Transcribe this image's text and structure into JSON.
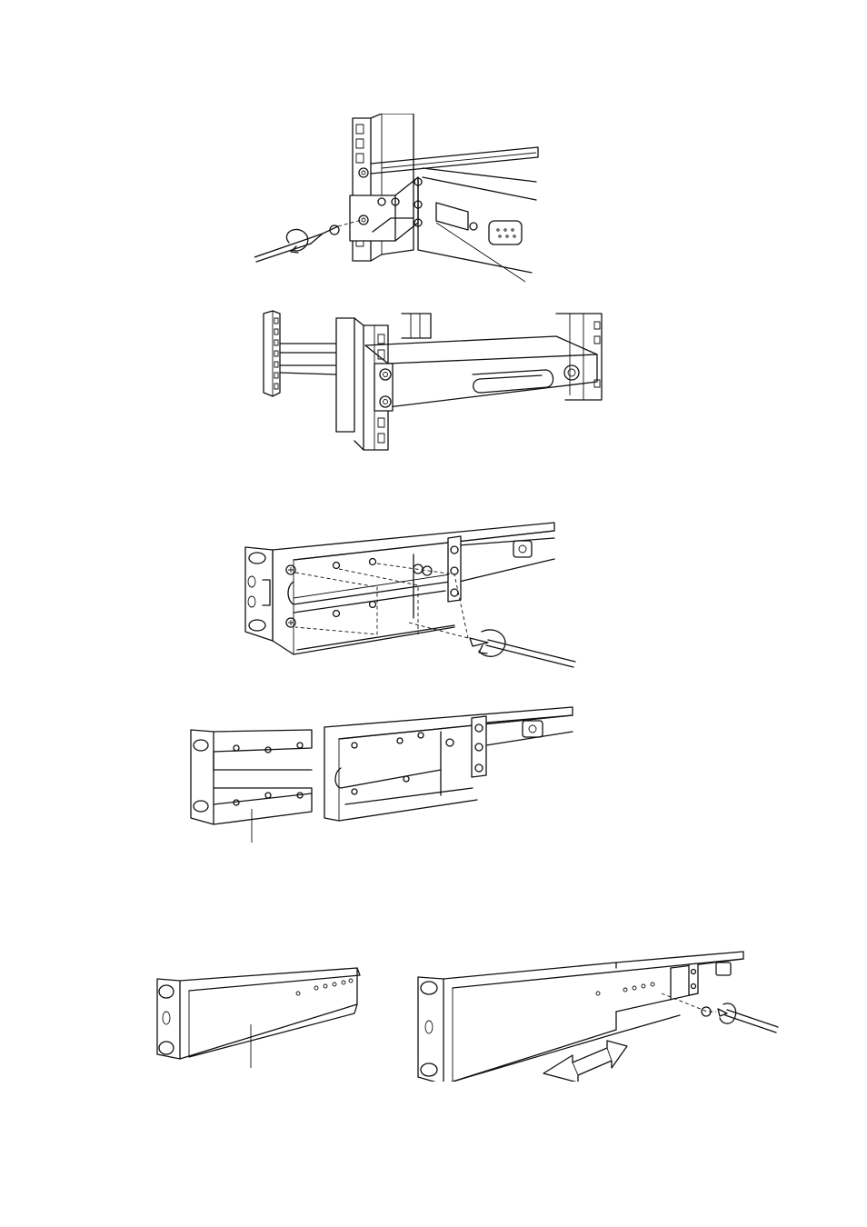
{
  "figures": [
    {
      "id": "rear-bracket-mount",
      "caption": ""
    },
    {
      "id": "unit-installed-in-rack",
      "caption": ""
    },
    {
      "id": "bracket-screw-removal",
      "caption": ""
    },
    {
      "id": "bracket-separated",
      "caption": ""
    },
    {
      "id": "rail-length-adjust",
      "caption": ""
    }
  ]
}
